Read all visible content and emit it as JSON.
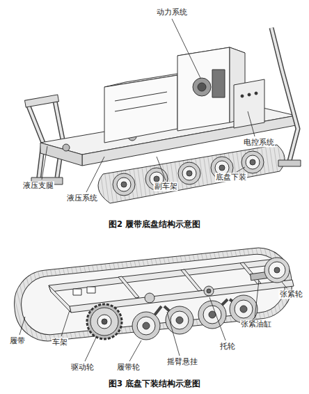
{
  "diagram": {
    "labels": [
      "动力系统",
      "电控系统",
      "底盘下装",
      "副车架",
      "液压系统",
      "液压支腿",
      "图2 履带底盘结构示意图",
      "履带",
      "车架",
      "驱动轮",
      "履带轮",
      "摇臂悬挂",
      "托轮",
      "张紧油缸",
      "张紧轮",
      "图3 底盘下装结构示意图"
    ]
  }
}
